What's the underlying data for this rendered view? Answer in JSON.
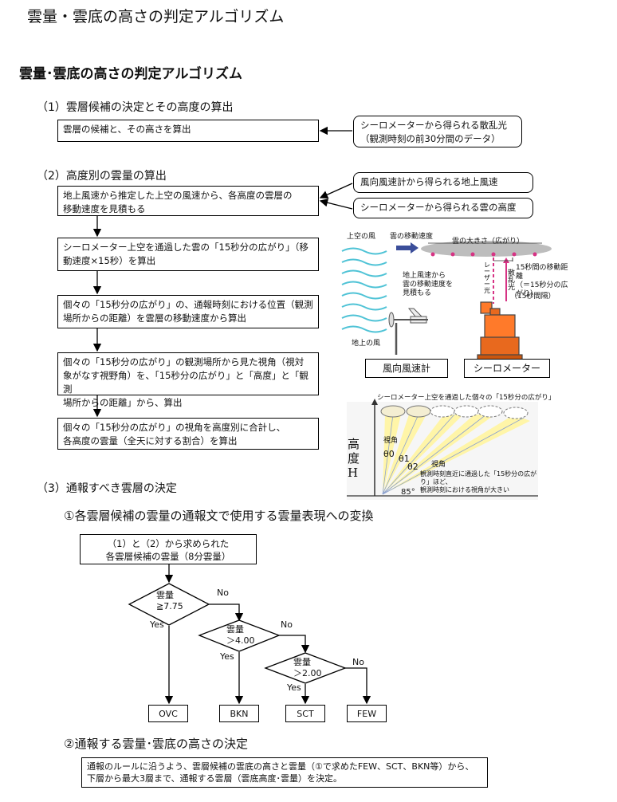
{
  "page_title": "雲量・雲底の高さの判定アルゴリズム",
  "heading": "雲量･雲底の高さの判定アルゴリズム",
  "section1": {
    "title": "（1）雲層候補の決定とその高度の算出",
    "step": "雲層の候補と、その高さを算出",
    "source": "シーロメーターから得られる散乱光\n（観測時刻の前30分間のデータ）"
  },
  "section2": {
    "title": "（2）高度別の雲量の算出",
    "steps": [
      "地上風速から推定した上空の風速から、各高度の雲層の\n移動速度を見積もる",
      "シーロメーター上空を通過した雲の「15秒分の広がり」（移\n動速度×15秒）を算出",
      "個々の「15秒分の広がり」の、通報時刻における位置（観測\n場所からの距離）を雲層の移動速度から算出",
      "個々の「15秒分の広がり」の観測場所から見た視角（視対\n象がなす視野角）を、「15秒分の広がり」と「高度」と「観測\n場所からの距離」から、算出",
      "個々の「15秒分の広がり」の視角を高度別に合計し、\n各高度の雲量（全天に対する割合）を算出"
    ],
    "sources": [
      "風向風速計から得られる地上風速",
      "シーロメーターから得られる雲の高度"
    ]
  },
  "illustration1": {
    "upper_wind": "上空の風",
    "cloud_speed": "雲の移動速度",
    "cloud_size": "雲の大きさ（広がり）",
    "estimate_note": "地上風速から\n雲の移動速度を\n見積もる",
    "distance_note": "15秒間の移動距離\n（＝15秒分の広がり）",
    "scatter": "散\n乱\n光",
    "laser": "レ\nー\nザ\nー\n光",
    "interval": "（15秒間隔）",
    "ground_wind": "地上の風",
    "anemometer_label": "風向風速計",
    "ceilometer_label": "シーロメーター"
  },
  "illustration2": {
    "title": "シーロメーター上空を通過した個々の「15秒分の広がり」",
    "height_label": "高\n度\nH",
    "view_angle": "視角",
    "theta0": "θ0",
    "theta1": "θ1",
    "theta2": "θ2",
    "view_angle2": "視角",
    "note": "観測時刻直近に通過した「15秒分の広がり」ほど、\n観測時刻における視角が大きい",
    "angle85": "85°"
  },
  "section3": {
    "title": "（3）通報すべき雲層の決定",
    "sub1": "①各雲層候補の雲量の通報文で使用する雲量表現への変換",
    "start_box": "（1）と（2）から求められた\n各雲層候補の雲量（8分雲量）",
    "decisions": [
      {
        "label": "雲量\n≧7.75",
        "yes": "Yes",
        "no": "No"
      },
      {
        "label": "雲量\n＞4.00",
        "yes": "Yes",
        "no": "No"
      },
      {
        "label": "雲量\n＞2.00",
        "yes": "Yes",
        "no": "No"
      }
    ],
    "outputs": [
      "OVC",
      "BKN",
      "SCT",
      "FEW"
    ],
    "sub2": "②通報する雲量･雲底の高さの決定",
    "final": "通報のルールに沿うよう、雲層候補の雲底の高さと雲量（①で求めたFEW、SCT、BKN等）から、\n下層から最大3層まで、通報する雲層（雲底高度･雲量）を決定。"
  }
}
